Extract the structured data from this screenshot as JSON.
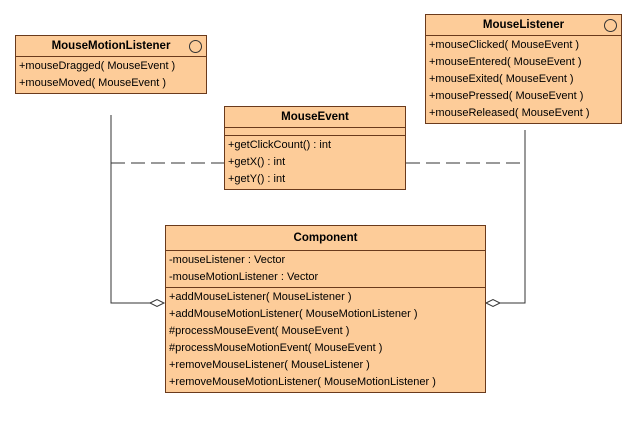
{
  "classes": {
    "mouse_motion_listener": {
      "name": "MouseMotionListener",
      "operations": [
        "+mouseDragged( MouseEvent )",
        "+mouseMoved( MouseEvent )"
      ]
    },
    "mouse_event": {
      "name": "MouseEvent",
      "operations": [
        "+getClickCount() : int",
        "+getX() : int",
        "+getY() : int"
      ]
    },
    "mouse_listener": {
      "name": "MouseListener",
      "operations": [
        "+mouseClicked( MouseEvent )",
        "+mouseEntered( MouseEvent )",
        "+mouseExited( MouseEvent )",
        "+mousePressed( MouseEvent )",
        "+mouseReleased( MouseEvent )"
      ]
    },
    "component": {
      "name": "Component",
      "attributes": [
        "-mouseListener : Vector",
        "-mouseMotionListener : Vector"
      ],
      "operations": [
        "+addMouseListener( MouseListener )",
        "+addMouseMotionListener( MouseMotionListener )",
        "#processMouseEvent( MouseEvent )",
        "#processMouseMotionEvent( MouseEvent )",
        "+removeMouseListener( MouseListener )",
        "+removeMouseMotionListener( MouseMotionListener )"
      ]
    }
  },
  "colors": {
    "class_fill": "#fdcc99",
    "class_border": "#6a3a1c",
    "connector": "#333333"
  }
}
